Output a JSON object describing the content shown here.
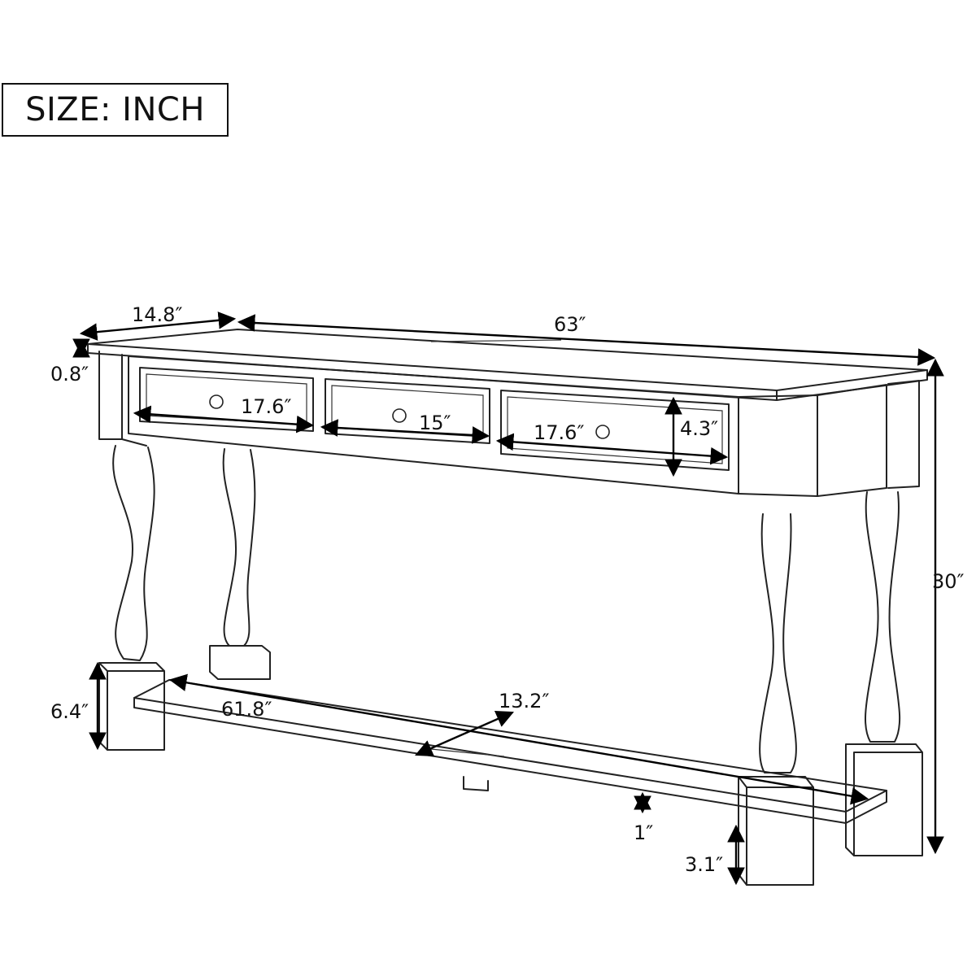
{
  "units_box": "SIZE: INCH",
  "dimensions": {
    "depth": "14.8″",
    "length": "63″",
    "top_thickness": "0.8″",
    "drawer_left_width": "17.6″",
    "drawer_middle_width": "15″",
    "drawer_right_width": "17.6″",
    "drawer_height": "4.3″",
    "total_height": "30″",
    "foot_block_height": "6.4″",
    "shelf_length": "61.8″",
    "shelf_depth": "13.2″",
    "shelf_thickness": "1″",
    "shelf_clearance": "3.1″"
  }
}
